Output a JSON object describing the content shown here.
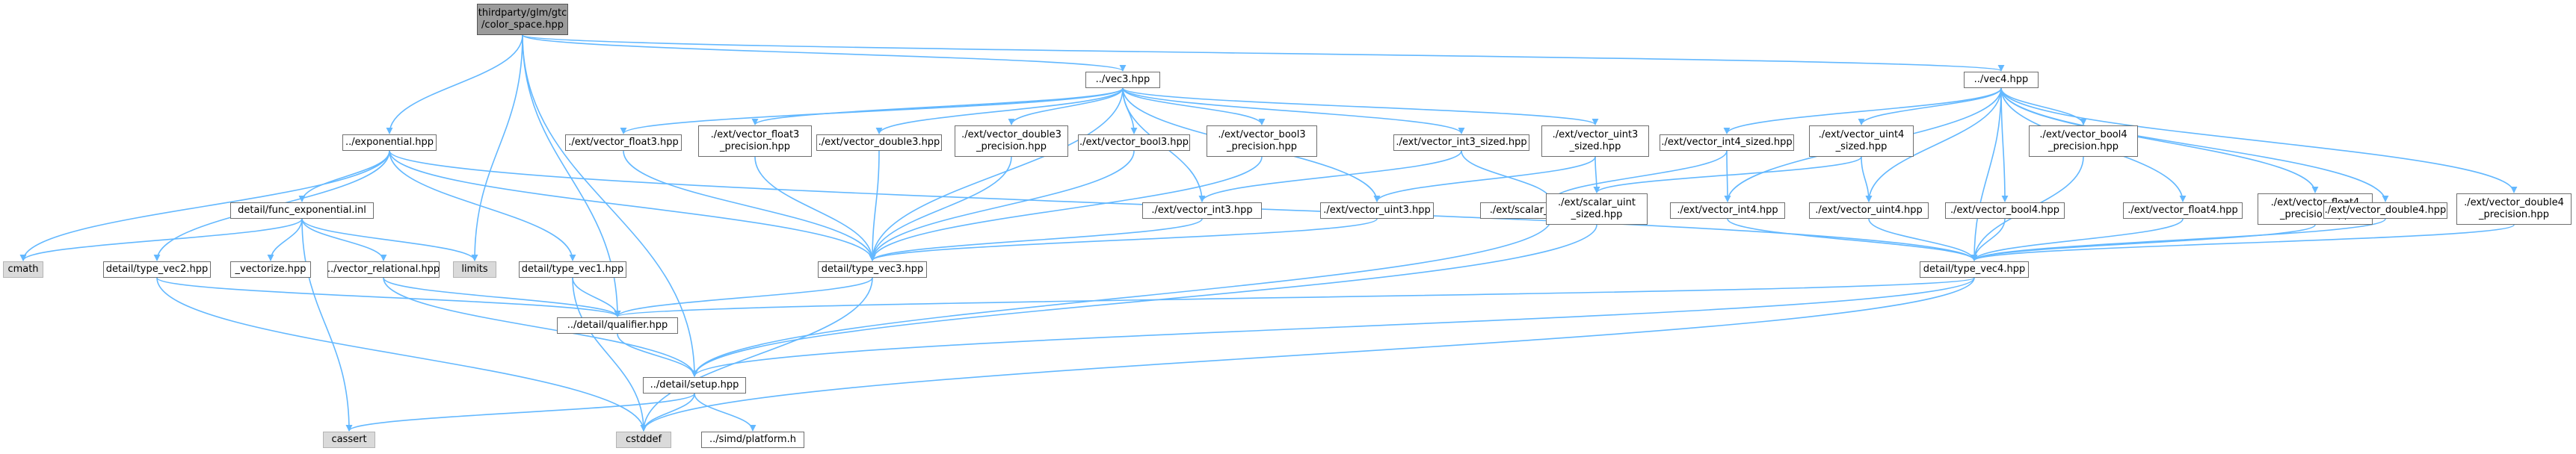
{
  "colors": {
    "edge": "#63b8ff",
    "root_fill": "#9b9b9b",
    "node_fill": "#ffffff",
    "std_fill": "#dadada"
  },
  "nodes": [
    {
      "id": "root",
      "label": "thirdparty/glm/gtc\n/color_space.hpp",
      "kind": "root"
    },
    {
      "id": "vec3",
      "label": "../vec3.hpp",
      "kind": "file"
    },
    {
      "id": "vec4",
      "label": "../vec4.hpp",
      "kind": "file"
    },
    {
      "id": "exponential",
      "label": "../exponential.hpp",
      "kind": "file"
    },
    {
      "id": "vfloat3",
      "label": "./ext/vector_float3.hpp",
      "kind": "file"
    },
    {
      "id": "vfloat3p",
      "label": "./ext/vector_float3\n_precision.hpp",
      "kind": "file"
    },
    {
      "id": "vdouble3",
      "label": "./ext/vector_double3.hpp",
      "kind": "file"
    },
    {
      "id": "vdouble3p",
      "label": "./ext/vector_double3\n_precision.hpp",
      "kind": "file"
    },
    {
      "id": "vbool3",
      "label": "./ext/vector_bool3.hpp",
      "kind": "file"
    },
    {
      "id": "vbool3p",
      "label": "./ext/vector_bool3\n_precision.hpp",
      "kind": "file"
    },
    {
      "id": "vint3s",
      "label": "./ext/vector_int3_sized.hpp",
      "kind": "file"
    },
    {
      "id": "vuint3s",
      "label": "./ext/vector_uint3\n_sized.hpp",
      "kind": "file"
    },
    {
      "id": "vint4s",
      "label": "./ext/vector_int4_sized.hpp",
      "kind": "file"
    },
    {
      "id": "vuint4s",
      "label": "./ext/vector_uint4\n_sized.hpp",
      "kind": "file"
    },
    {
      "id": "vbool4p",
      "label": "./ext/vector_bool4\n_precision.hpp",
      "kind": "file"
    },
    {
      "id": "vint3",
      "label": "./ext/vector_int3.hpp",
      "kind": "file"
    },
    {
      "id": "vuint3",
      "label": "./ext/vector_uint3.hpp",
      "kind": "file"
    },
    {
      "id": "sint",
      "label": "./ext/scalar_int_sized.hpp",
      "kind": "file"
    },
    {
      "id": "suint",
      "label": "./ext/scalar_uint\n_sized.hpp",
      "kind": "file"
    },
    {
      "id": "vint4",
      "label": "./ext/vector_int4.hpp",
      "kind": "file"
    },
    {
      "id": "vuint4",
      "label": "./ext/vector_uint4.hpp",
      "kind": "file"
    },
    {
      "id": "vbool4",
      "label": "./ext/vector_bool4.hpp",
      "kind": "file"
    },
    {
      "id": "vfloat4",
      "label": "./ext/vector_float4.hpp",
      "kind": "file"
    },
    {
      "id": "vfloat4p",
      "label": "./ext/vector_float4\n_precision.hpp",
      "kind": "file"
    },
    {
      "id": "vdouble4",
      "label": "./ext/vector_double4.hpp",
      "kind": "file"
    },
    {
      "id": "vdouble4p",
      "label": "./ext/vector_double4\n_precision.hpp",
      "kind": "file"
    },
    {
      "id": "funcexp",
      "label": "detail/func_exponential.inl",
      "kind": "file"
    },
    {
      "id": "cmath",
      "label": "cmath",
      "kind": "std"
    },
    {
      "id": "tvec2",
      "label": "detail/type_vec2.hpp",
      "kind": "file"
    },
    {
      "id": "vectorize",
      "label": "_vectorize.hpp",
      "kind": "file"
    },
    {
      "id": "vecrel",
      "label": "../vector_relational.hpp",
      "kind": "file"
    },
    {
      "id": "limits",
      "label": "limits",
      "kind": "std"
    },
    {
      "id": "tvec1",
      "label": "detail/type_vec1.hpp",
      "kind": "file"
    },
    {
      "id": "tvec3",
      "label": "detail/type_vec3.hpp",
      "kind": "file"
    },
    {
      "id": "tvec4",
      "label": "detail/type_vec4.hpp",
      "kind": "file"
    },
    {
      "id": "qualifier",
      "label": "../detail/qualifier.hpp",
      "kind": "file"
    },
    {
      "id": "setup",
      "label": "../detail/setup.hpp",
      "kind": "file"
    },
    {
      "id": "cassert",
      "label": "cassert",
      "kind": "std"
    },
    {
      "id": "cstddef",
      "label": "cstddef",
      "kind": "std"
    },
    {
      "id": "platform",
      "label": "../simd/platform.h",
      "kind": "file"
    }
  ],
  "edges": [
    [
      "root",
      "vec3"
    ],
    [
      "root",
      "vec4"
    ],
    [
      "root",
      "exponential"
    ],
    [
      "root",
      "limits"
    ],
    [
      "root",
      "qualifier"
    ],
    [
      "root",
      "setup"
    ],
    [
      "vec3",
      "vfloat3"
    ],
    [
      "vec3",
      "vfloat3p"
    ],
    [
      "vec3",
      "vdouble3"
    ],
    [
      "vec3",
      "vdouble3p"
    ],
    [
      "vec3",
      "vbool3"
    ],
    [
      "vec3",
      "vbool3p"
    ],
    [
      "vec3",
      "vint3s"
    ],
    [
      "vec3",
      "vuint3s"
    ],
    [
      "vec3",
      "vint3"
    ],
    [
      "vec3",
      "vuint3"
    ],
    [
      "vec3",
      "tvec3"
    ],
    [
      "vec4",
      "vint4s"
    ],
    [
      "vec4",
      "vuint4s"
    ],
    [
      "vec4",
      "vbool4p"
    ],
    [
      "vec4",
      "vint4"
    ],
    [
      "vec4",
      "vuint4"
    ],
    [
      "vec4",
      "vbool4"
    ],
    [
      "vec4",
      "vfloat4"
    ],
    [
      "vec4",
      "vfloat4p"
    ],
    [
      "vec4",
      "vdouble4"
    ],
    [
      "vec4",
      "vdouble4p"
    ],
    [
      "vec4",
      "tvec4"
    ],
    [
      "exponential",
      "funcexp"
    ],
    [
      "exponential",
      "cmath"
    ],
    [
      "exponential",
      "tvec1"
    ],
    [
      "exponential",
      "tvec2"
    ],
    [
      "exponential",
      "tvec3"
    ],
    [
      "exponential",
      "tvec4"
    ],
    [
      "funcexp",
      "cmath"
    ],
    [
      "funcexp",
      "vectorize"
    ],
    [
      "funcexp",
      "vecrel"
    ],
    [
      "funcexp",
      "limits"
    ],
    [
      "funcexp",
      "cassert"
    ],
    [
      "vecrel",
      "qualifier"
    ],
    [
      "vecrel",
      "setup"
    ],
    [
      "tvec2",
      "qualifier"
    ],
    [
      "tvec2",
      "cstddef"
    ],
    [
      "tvec1",
      "qualifier"
    ],
    [
      "tvec1",
      "cstddef"
    ],
    [
      "vfloat3",
      "tvec3"
    ],
    [
      "vfloat3p",
      "tvec3"
    ],
    [
      "vdouble3",
      "tvec3"
    ],
    [
      "vdouble3p",
      "tvec3"
    ],
    [
      "vbool3",
      "tvec3"
    ],
    [
      "vbool3p",
      "tvec3"
    ],
    [
      "vint3s",
      "vint3"
    ],
    [
      "vint3s",
      "sint"
    ],
    [
      "vuint3s",
      "vuint3"
    ],
    [
      "vuint3s",
      "suint"
    ],
    [
      "vint3",
      "tvec3"
    ],
    [
      "vuint3",
      "tvec3"
    ],
    [
      "sint",
      "setup"
    ],
    [
      "suint",
      "setup"
    ],
    [
      "vint4s",
      "vint4"
    ],
    [
      "vint4s",
      "sint"
    ],
    [
      "vuint4s",
      "vuint4"
    ],
    [
      "vuint4s",
      "suint"
    ],
    [
      "vbool4p",
      "tvec4"
    ],
    [
      "vint4",
      "tvec4"
    ],
    [
      "vuint4",
      "tvec4"
    ],
    [
      "vbool4",
      "tvec4"
    ],
    [
      "vfloat4",
      "tvec4"
    ],
    [
      "vfloat4p",
      "tvec4"
    ],
    [
      "vdouble4",
      "tvec4"
    ],
    [
      "vdouble4p",
      "tvec4"
    ],
    [
      "tvec3",
      "qualifier"
    ],
    [
      "tvec3",
      "cstddef"
    ],
    [
      "tvec4",
      "qualifier"
    ],
    [
      "tvec4",
      "cstddef"
    ],
    [
      "tvec4",
      "setup"
    ],
    [
      "qualifier",
      "setup"
    ],
    [
      "setup",
      "cassert"
    ],
    [
      "setup",
      "cstddef"
    ],
    [
      "setup",
      "platform"
    ]
  ]
}
